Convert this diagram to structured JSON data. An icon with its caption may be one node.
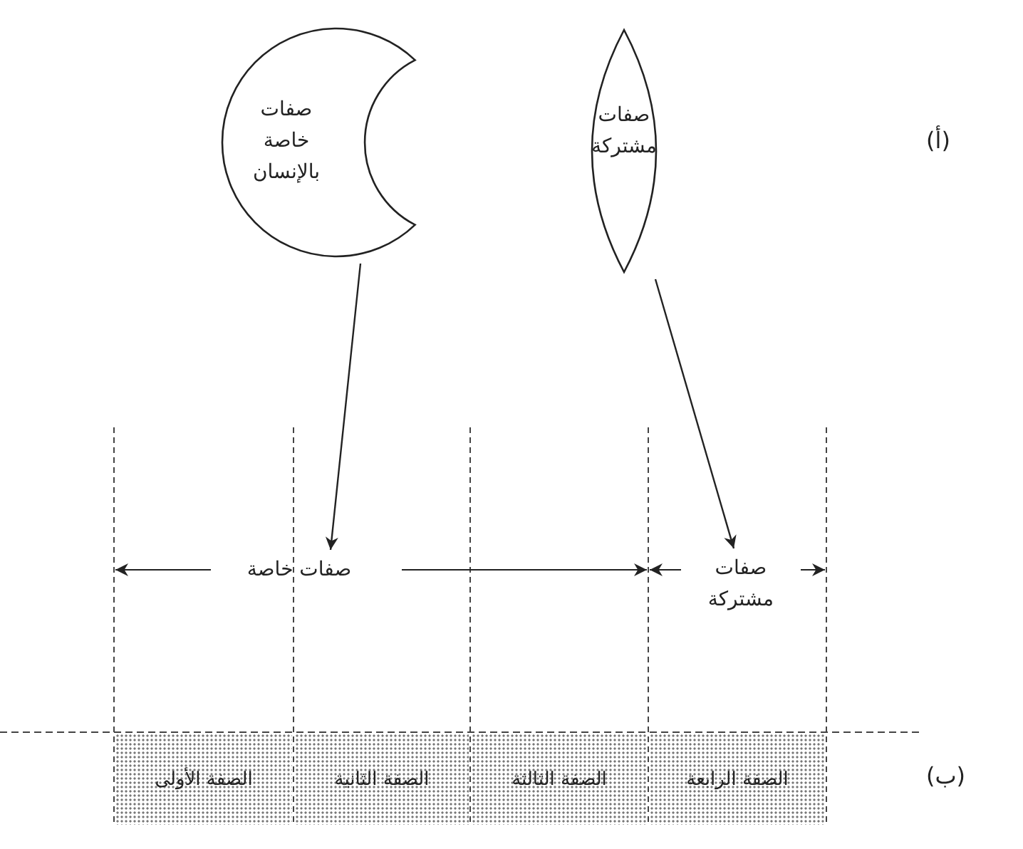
{
  "diagram": {
    "nodes": [
      {
        "text": [
          "صفات خاصة بالإنسان"
        ]
      },
      {
        "text": [
          "صفات مشتركة"
        ]
      },
      {
        "text": [
          "صفات خاصة"
        ]
      },
      {
        "text": [
          "صفات مشتركة"
        ]
      },
      {
        "text": [
          "الصفة الأولى"
        ]
      },
      {
        "text": [
          "الصفة الثانية"
        ]
      },
      {
        "text": [
          "الصفة الثالثة"
        ]
      },
      {
        "text": [
          "الصفة الرابعة"
        ]
      }
    ],
    "edges": [
      {
        "from": 0,
        "to": 2,
        "arrow": "to"
      },
      {
        "from": 1,
        "to": 3,
        "arrow": "to"
      }
    ],
    "labels": [
      "(أ)",
      "(ب)"
    ]
  }
}
